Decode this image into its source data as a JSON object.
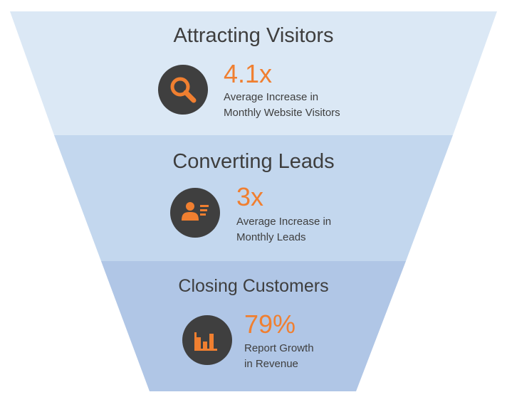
{
  "colors": {
    "stage_1_fill": "#dbe8f5",
    "stage_2_fill": "#c3d7ee",
    "stage_3_fill": "#b0c6e6",
    "accent": "#f07f30",
    "icon_bg": "#3f3f3f",
    "text": "#3e3e3e"
  },
  "stages": [
    {
      "title": "Attracting Visitors",
      "icon": "magnifier-icon",
      "value": "4.1x",
      "desc_line1": "Average Increase in",
      "desc_line2": "Monthly Website Visitors"
    },
    {
      "title": "Converting Leads",
      "icon": "contact-card-icon",
      "value": "3x",
      "desc_line1": "Average Increase in",
      "desc_line2": "Monthly Leads"
    },
    {
      "title": "Closing Customers",
      "icon": "bar-chart-icon",
      "value": "79%",
      "desc_line1": "Report Growth",
      "desc_line2": "in Revenue"
    }
  ]
}
